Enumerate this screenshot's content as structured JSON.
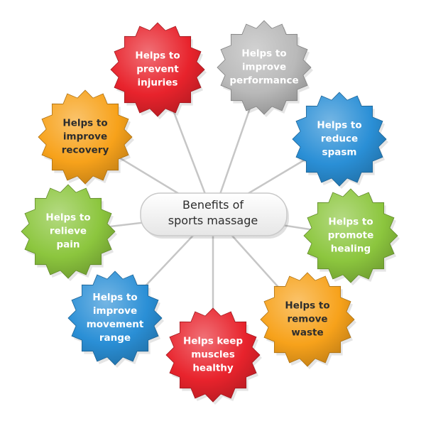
{
  "center": {
    "label": "Benefits of\nsports massage"
  },
  "nodes": [
    {
      "key": "prevent-injuries",
      "label": "Helps to\nprevent\ninjuries",
      "color": "#e8232c",
      "text_tone": "light"
    },
    {
      "key": "improve-performance",
      "label": "Helps to\nimprove\nperformance",
      "color": "#b9b9b9",
      "text_tone": "light"
    },
    {
      "key": "reduce-spasm",
      "label": "Helps to\nreduce\nspasm",
      "color": "#2a8fd6",
      "text_tone": "light"
    },
    {
      "key": "promote-healing",
      "label": "Helps to\npromote\nhealing",
      "color": "#8cc63e",
      "text_tone": "light"
    },
    {
      "key": "remove-waste",
      "label": "Helps to\nremove\nwaste",
      "color": "#f7a21b",
      "text_tone": "dark"
    },
    {
      "key": "keep-muscles-healthy",
      "label": "Helps keep\nmuscles\nhealthy",
      "color": "#e8232c",
      "text_tone": "light"
    },
    {
      "key": "improve-movement-range",
      "label": "Helps to\nimprove\nmovement\nrange",
      "color": "#2a8fd6",
      "text_tone": "light"
    },
    {
      "key": "relieve-pain",
      "label": "Helps to\nrelieve\npain",
      "color": "#8cc63e",
      "text_tone": "light"
    },
    {
      "key": "improve-recovery",
      "label": "Helps to\nimprove\nrecovery",
      "color": "#f7a21b",
      "text_tone": "dark"
    }
  ]
}
